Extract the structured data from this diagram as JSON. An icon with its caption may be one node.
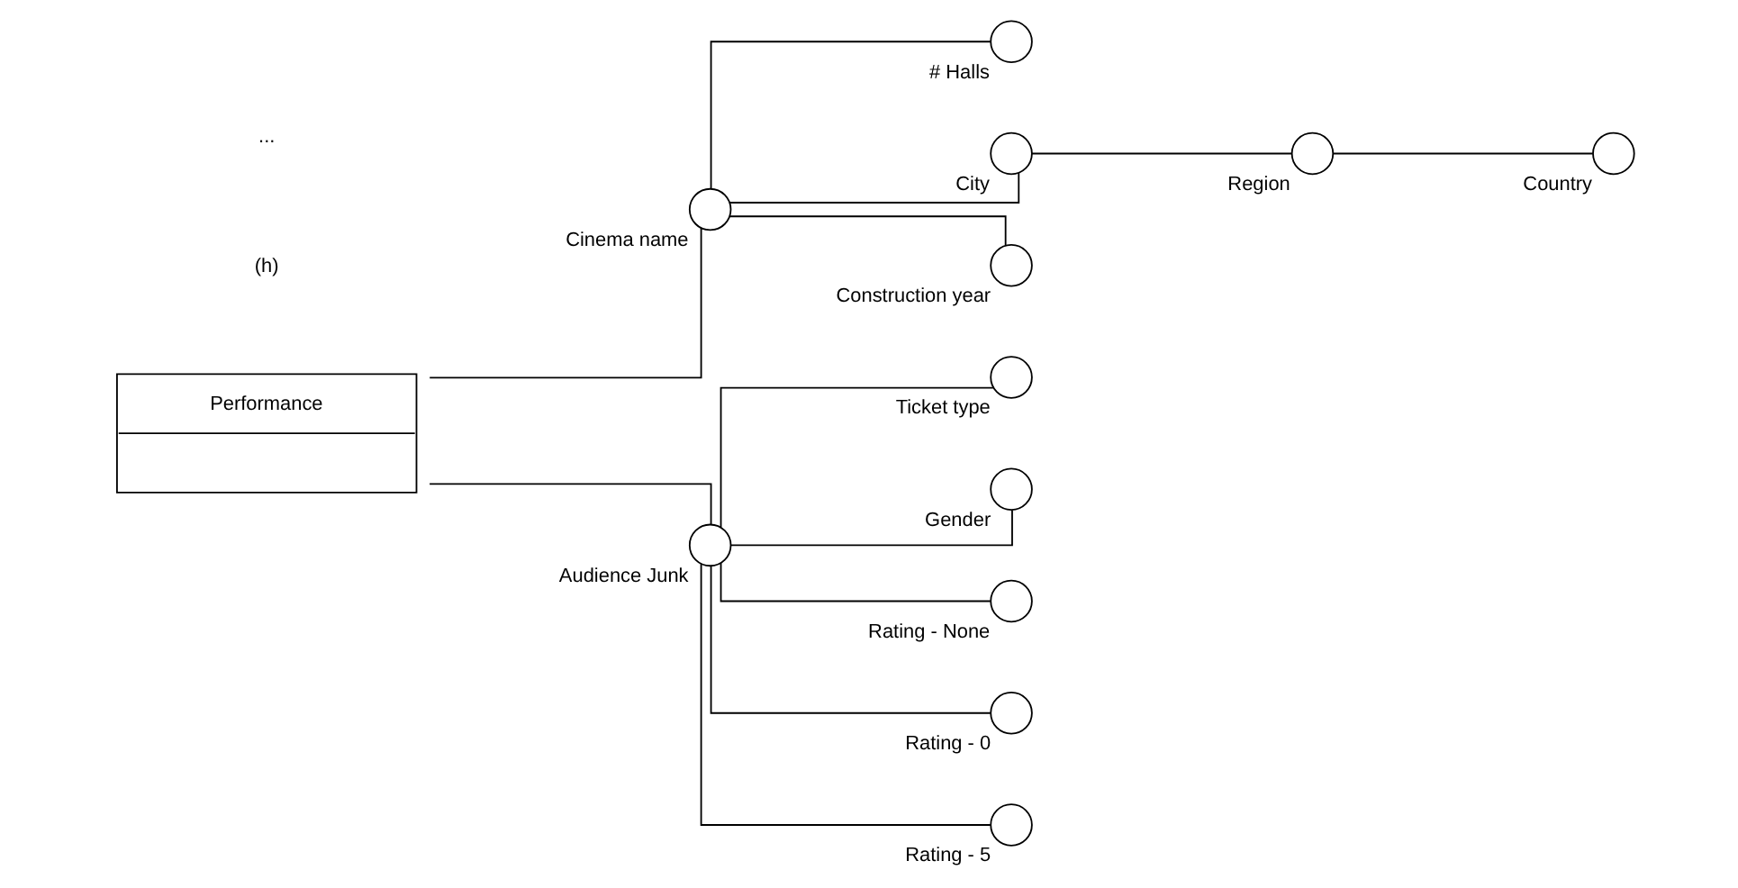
{
  "diagram": {
    "nodes": [
      {
        "text": [
          "Performance"
        ]
      },
      {
        "text": [],
        "shape": "circle",
        "beside": [
          "Cinema name"
        ]
      },
      {
        "text": [],
        "shape": "circle",
        "beside": [
          "# Halls"
        ]
      },
      {
        "text": [],
        "shape": "circle",
        "beside": [
          "City"
        ]
      },
      {
        "text": [],
        "shape": "circle",
        "beside": [
          "Region"
        ]
      },
      {
        "text": [],
        "shape": "circle",
        "beside": [
          "Country"
        ]
      },
      {
        "text": [],
        "shape": "circle",
        "beside": [
          "Construction year"
        ]
      },
      {
        "text": [],
        "shape": "circle",
        "beside": [
          "Audience Junk"
        ]
      },
      {
        "text": [],
        "shape": "circle",
        "beside": [
          "Ticket type"
        ]
      },
      {
        "text": [],
        "shape": "circle",
        "beside": [
          "Gender"
        ]
      },
      {
        "text": [],
        "shape": "circle",
        "beside": [
          "Rating - None"
        ]
      },
      {
        "text": [],
        "shape": "circle",
        "beside": [
          "Rating - 0"
        ]
      },
      {
        "text": [],
        "shape": "circle",
        "beside": [
          "Rating - 5"
        ]
      }
    ],
    "edges": [
      {
        "from": 0,
        "to": 1,
        "arrow": "none"
      },
      {
        "from": 1,
        "to": 2,
        "arrow": "none"
      },
      {
        "from": 1,
        "to": 3,
        "arrow": "none"
      },
      {
        "from": 3,
        "to": 4,
        "arrow": "none"
      },
      {
        "from": 4,
        "to": 5,
        "arrow": "none"
      },
      {
        "from": 1,
        "to": 6,
        "arrow": "none"
      },
      {
        "from": 0,
        "to": 7,
        "arrow": "none"
      },
      {
        "from": 7,
        "to": 8,
        "arrow": "none"
      },
      {
        "from": 7,
        "to": 9,
        "arrow": "none"
      },
      {
        "from": 7,
        "to": 10,
        "arrow": "none"
      },
      {
        "from": 7,
        "to": 11,
        "arrow": "none"
      },
      {
        "from": 7,
        "to": 12,
        "arrow": "none"
      }
    ],
    "labels": [
      "(h)",
      "..."
    ]
  }
}
